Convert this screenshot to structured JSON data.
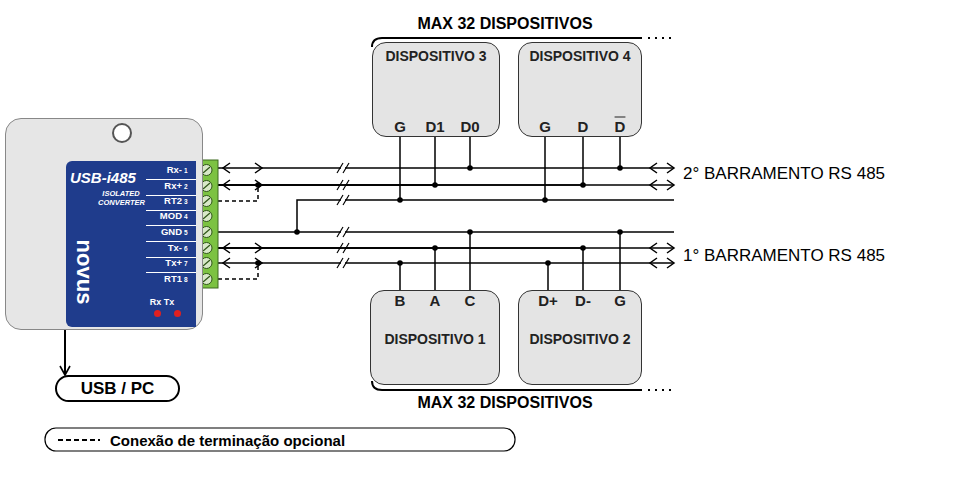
{
  "diagram": {
    "nodes": [
      {
        "text": [
          "USB-i485",
          "ISOLATED CONVERTER"
        ]
      },
      {
        "text": [
          "DISPOSITIVO 3"
        ]
      },
      {
        "text": [
          "DISPOSITIVO 4"
        ]
      },
      {
        "text": [
          "DISPOSITIVO 1"
        ]
      },
      {
        "text": [
          "DISPOSITIVO 2"
        ]
      },
      {
        "text": [
          "USB / PC"
        ]
      }
    ],
    "edges": [
      {
        "from": 0,
        "to": 1,
        "arrow": "none"
      },
      {
        "from": 0,
        "to": 2,
        "arrow": "none"
      },
      {
        "from": 0,
        "to": 3,
        "arrow": "none"
      },
      {
        "from": 0,
        "to": 4,
        "arrow": "none"
      },
      {
        "from": 0,
        "to": 5,
        "arrow": "to"
      }
    ],
    "labels": [
      "MAX 32 DISPOSITIVOS",
      "G",
      "D1",
      "D0",
      "G",
      "D",
      "D",
      "2° BARRAMENTO RS 485",
      "1° BARRAMENTO RS 485",
      "B",
      "A",
      "C",
      "D+",
      "D-",
      "G",
      "MAX 32 DISPOSITIVOS",
      "Rx-",
      "1",
      "Rx+",
      "2",
      "RT2",
      "3",
      "MOD",
      "4",
      "GND",
      "5",
      "Tx-",
      "6",
      "Tx+",
      "7",
      "RT1",
      "8",
      "novus",
      "Rx Tx"
    ],
    "legend": [
      {
        "text": "Conexão de terminação opcional"
      }
    ]
  }
}
